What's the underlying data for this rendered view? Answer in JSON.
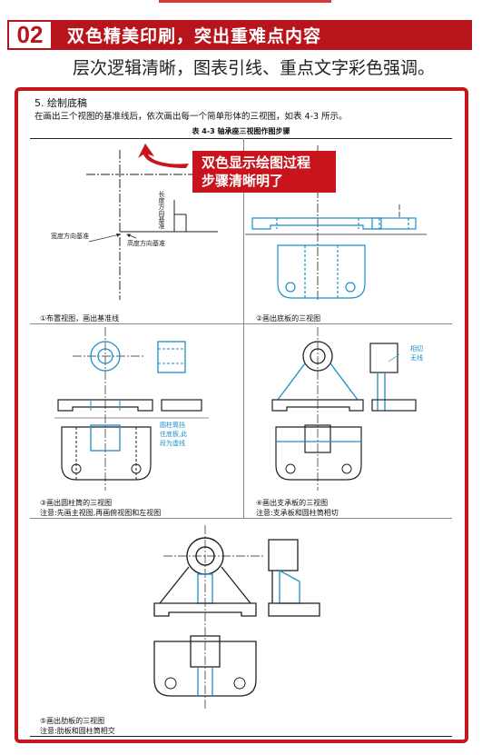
{
  "header": {
    "number": "02",
    "title": "双色精美印刷，突出重难点内容",
    "subtitle": "层次逻辑清晰，图表引线、重点文字彩色强调。"
  },
  "section": {
    "heading": "5. 绘制底稿",
    "intro": "在画出三个视图的基准线后，依次画出每一个简单形体的三视图，如表 4-3 所示。",
    "table_caption": "表 4-3   轴承座三视图作图步骤"
  },
  "callout": {
    "line1": "双色显示绘图过程",
    "line2": "步骤清晰明了"
  },
  "steps": [
    {
      "caption": "①布置视图，画出基准线",
      "note": ""
    },
    {
      "caption": "②画出底板的三视图",
      "note": ""
    },
    {
      "caption": "③画出圆柱筒的三视图",
      "note": "注意:先画主视图,再画俯视图和左视图"
    },
    {
      "caption": "④画出支承板的三视图",
      "note": "注意:支承板和圆柱筒相切"
    },
    {
      "caption": "⑤画出肋板的三视图",
      "note": "注意:肋板和圆柱筒相交"
    }
  ],
  "drawing_notes": {
    "width_datum": "宽度方向基准",
    "height_datum": "高度方向基准",
    "length_datum": "长度方向基准",
    "cylinder_note": "圆柱筒挡住底板,此段为虚线",
    "tangent_note": "相切无线"
  },
  "colors": {
    "brand_red": "#b8141c",
    "frame_red": "#c5161e",
    "accent_blue": "#1c8fc8",
    "line_dark": "#222222"
  }
}
